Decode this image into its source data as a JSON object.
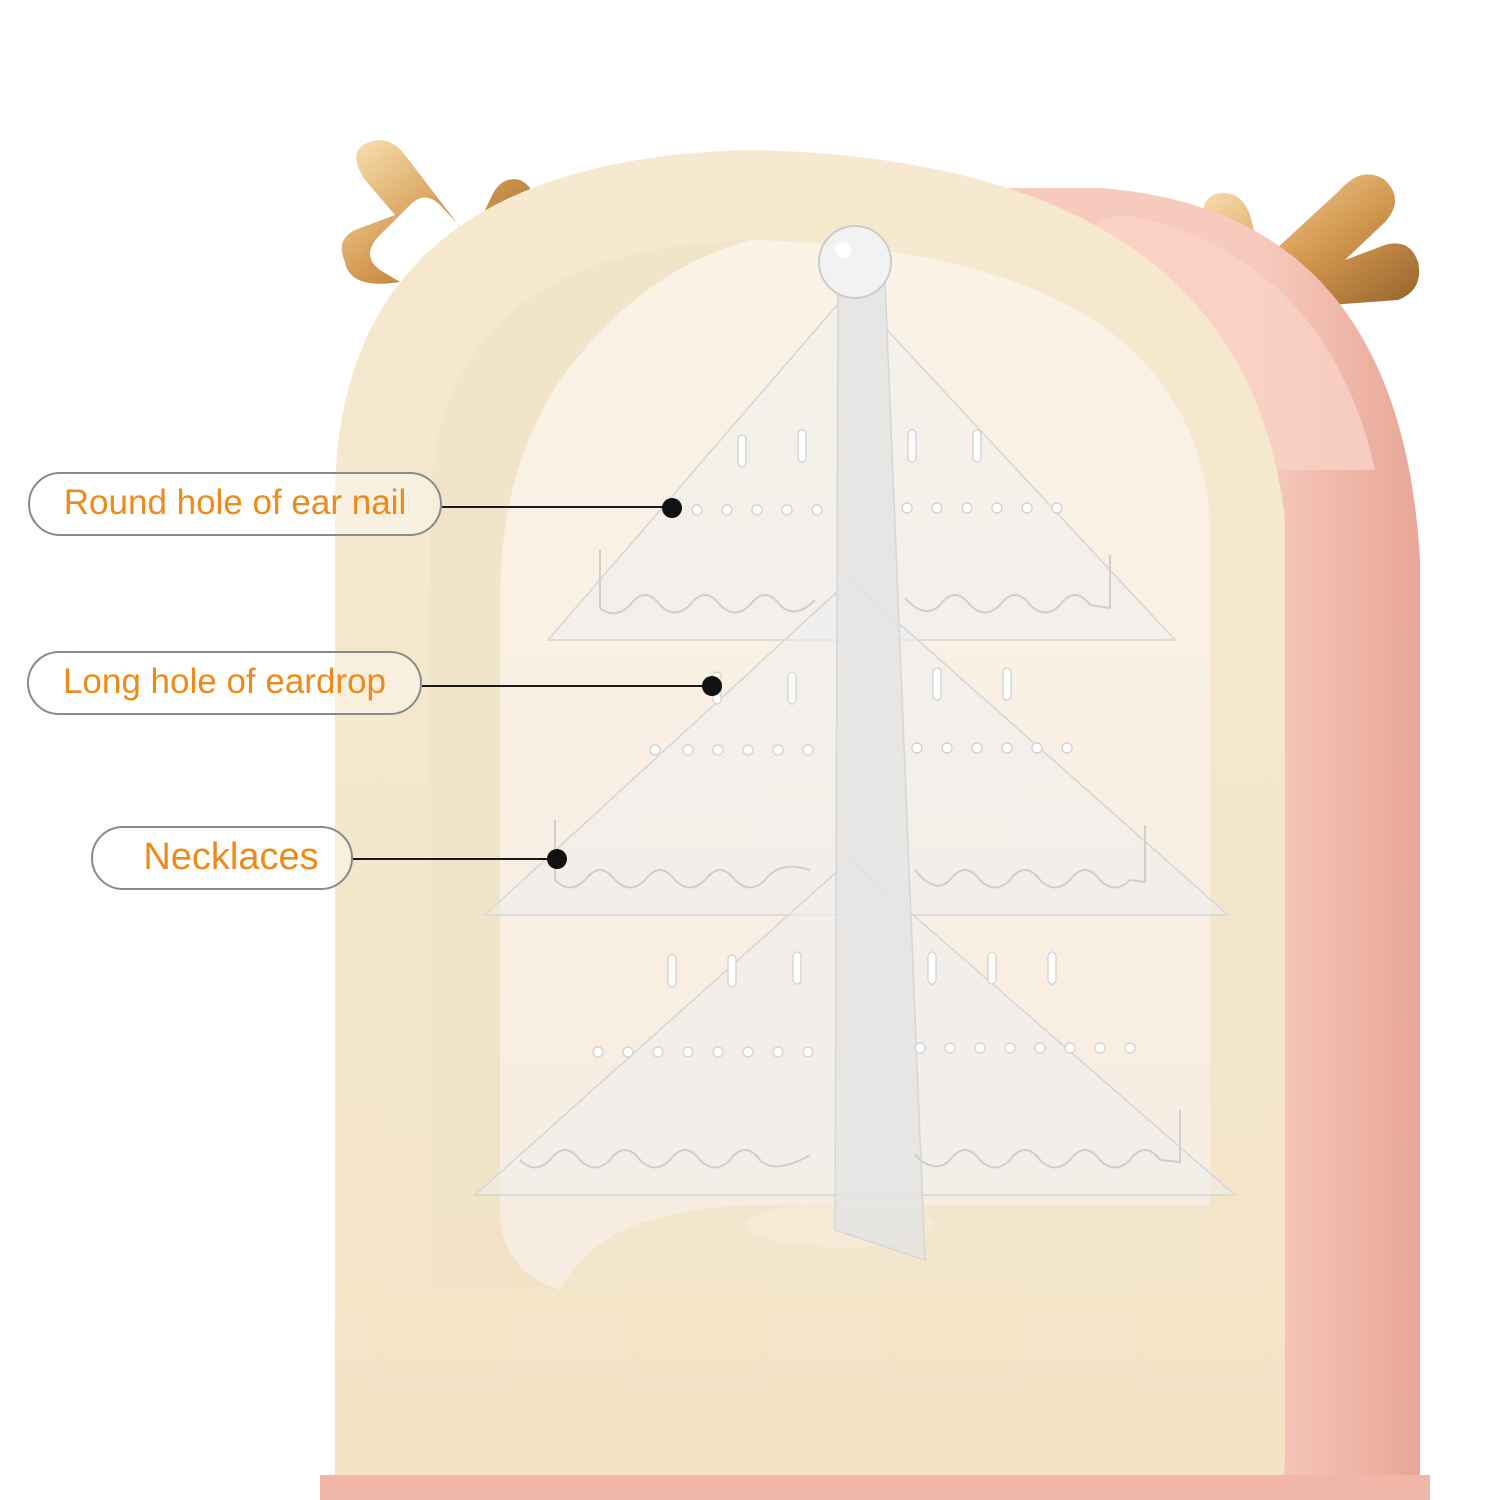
{
  "callouts": [
    {
      "id": "ear-nail",
      "label": "Round hole of ear nail"
    },
    {
      "id": "eardrop",
      "label": "Long hole of eardrop"
    },
    {
      "id": "necklaces",
      "label": "Necklaces"
    }
  ],
  "colors": {
    "label_text": "#ee8a1a",
    "label_border": "#8a8a8a",
    "pink_body": "#f5c2b6",
    "cream_frame": "#f5ead2",
    "gold_antler": "#d9a05a",
    "acrylic_tree": "#eeeeee"
  }
}
